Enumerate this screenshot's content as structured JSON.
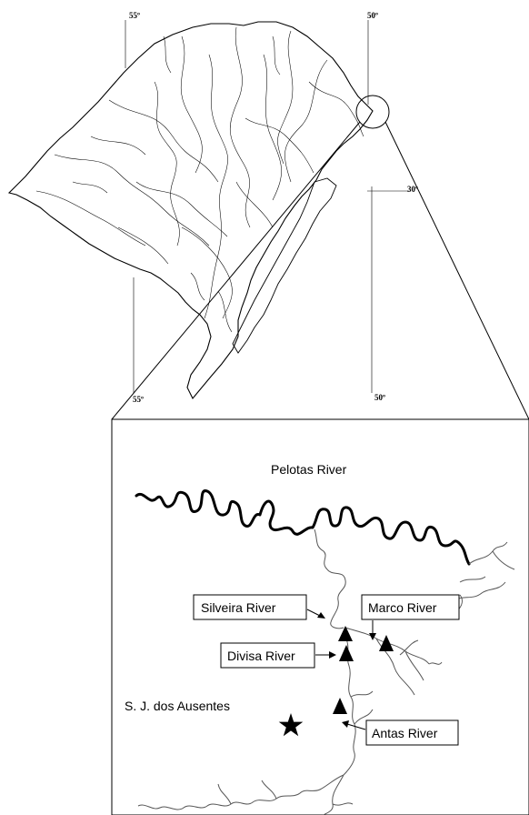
{
  "overview_map": {
    "coordinates": {
      "top_left": "55º",
      "top_right": "50º",
      "right": "30º",
      "bottom_left": "55º",
      "bottom_right": "50º"
    }
  },
  "inset_map": {
    "main_river": "Pelotas River",
    "tributaries": [
      {
        "label": "Silveira River"
      },
      {
        "label": "Marco River"
      },
      {
        "label": "Divisa River"
      },
      {
        "label": "Antas River"
      }
    ],
    "town": "S. J. dos Ausentes",
    "town_icon": "star-icon",
    "site_icon": "triangle-icon",
    "colors": {
      "ink": "#000000",
      "river_thin": "#555555"
    }
  }
}
